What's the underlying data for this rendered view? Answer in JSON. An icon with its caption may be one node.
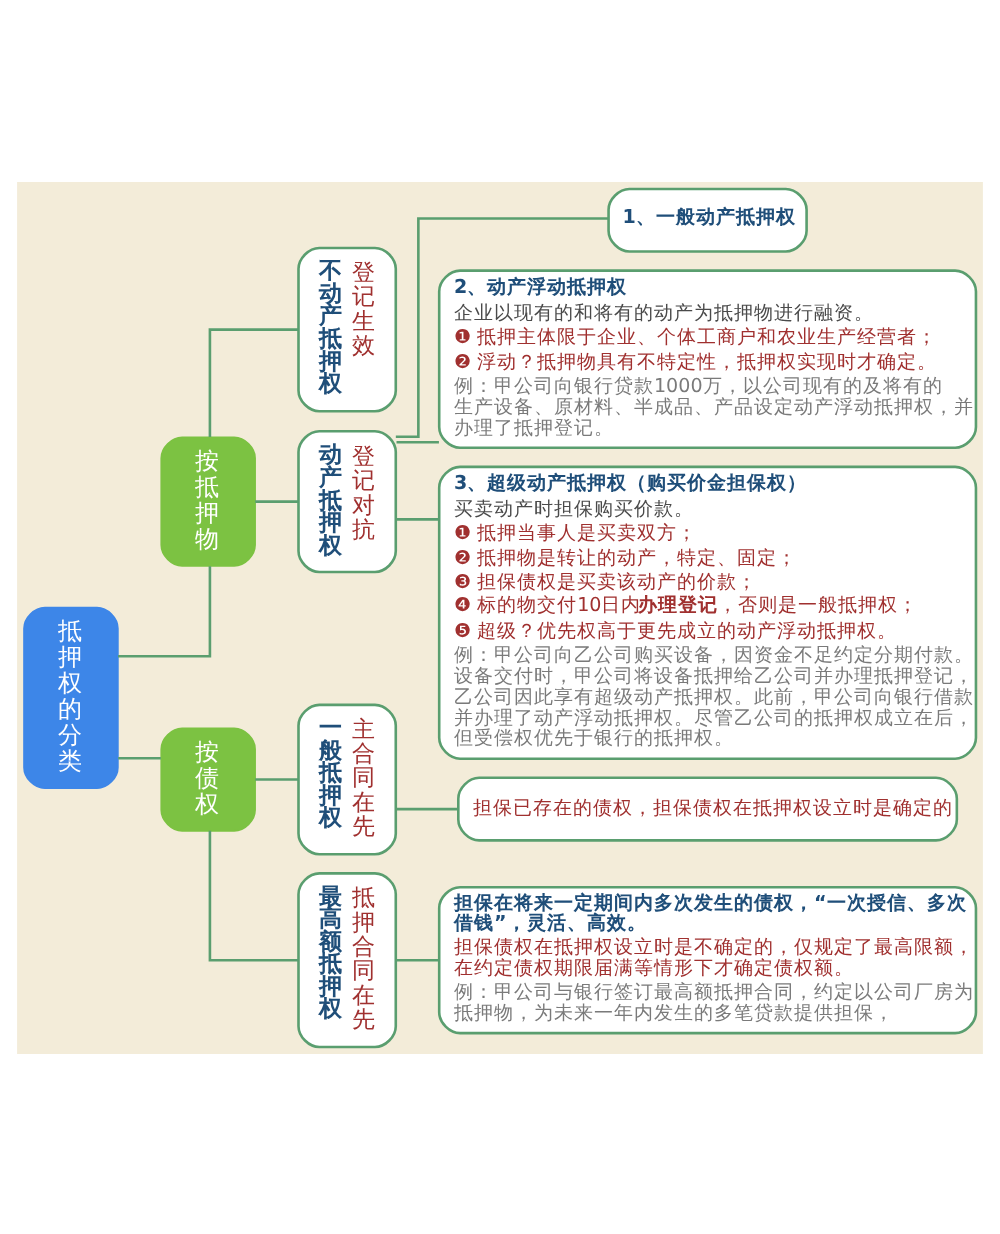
{
  "diagram": {
    "nodes": [
      {
        "text": [
          "抵押权的分类"
        ]
      },
      {
        "text": [
          "按抵押物"
        ]
      },
      {
        "text": [
          "不动产抵押权",
          "登记生效"
        ]
      },
      {
        "text": [
          "动产抵押权",
          "登记对抗"
        ]
      },
      {
        "text": [
          "1、一般动产抵押权"
        ]
      },
      {
        "text": [
          "2、动产浮动抵押权",
          "企业以现有的和将有的动产为抵押物进行融资。",
          "❶ 抵押主体限于企业、个体工商户和农业生产经营者；",
          "❷ 浮动？抵押物具有不特定性，抵押权实现时才确定。",
          "例：甲公司向银行贷款1000万，以公司现有的及将有的生产设备、原材料、半成品、产品设定动产浮动抵押权，并办理了抵押登记。"
        ]
      },
      {
        "text": [
          "3、超级动产抵押权（购买价金担保权）",
          "买卖动产时担保购买价款。",
          "❶ 抵押当事人是买卖双方；",
          "❷ 抵押物是转让的动产，特定、固定；",
          "❸ 担保债权是买卖该动产的价款；",
          "❹ 标的物交付10日内**办理登记**，否则是一般抵押权；",
          "❺ 超级？优先权高于更先成立的动产浮动抵押权。",
          "例：甲公司向乙公司购买设备，因资金不足约定分期付款。设备交付时，甲公司将设备抵押给乙公司并办理抵押登记，乙公司因此享有超级动产抵押权。此前，甲公司向银行借款并办理了动产浮动抵押权。尽管乙公司的抵押权成立在后，但受偿权优先于银行的抵押权。"
        ]
      },
      {
        "text": [
          "按债权"
        ]
      },
      {
        "text": [
          "一般抵押权",
          "主合同在先"
        ]
      },
      {
        "text": [
          "担保已存在的债权，担保债权在抵押权设立时是确定的"
        ]
      },
      {
        "text": [
          "最高额抵押权",
          "抵押合同在先"
        ]
      },
      {
        "text": [
          "担保在将来一定期间内多次发生的债权，“一次授信、多次借钱”，灵活、高效。",
          "担保债权在抵押权设立时是不确定的，仅规定了最高限额，在约定债权期限届满等情形下才确定债权额。",
          "例：甲公司与银行签订最高额抵押合同，约定以公司厂房为抵押物，为未来一年内发生的多笔贷款提供担保，"
        ]
      }
    ],
    "edges": [
      {
        "from": 0,
        "to": 1,
        "arrow": "none"
      },
      {
        "from": 1,
        "to": 2,
        "arrow": "none"
      },
      {
        "from": 1,
        "to": 3,
        "arrow": "none"
      },
      {
        "from": 3,
        "to": 4,
        "arrow": "none"
      },
      {
        "from": 3,
        "to": 5,
        "arrow": "none"
      },
      {
        "from": 3,
        "to": 6,
        "arrow": "none"
      },
      {
        "from": 0,
        "to": 7,
        "arrow": "none"
      },
      {
        "from": 7,
        "to": 8,
        "arrow": "none"
      },
      {
        "from": 8,
        "to": 9,
        "arrow": "none"
      },
      {
        "from": 7,
        "to": 10,
        "arrow": "none"
      },
      {
        "from": 10,
        "to": 11,
        "arrow": "none"
      }
    ]
  }
}
